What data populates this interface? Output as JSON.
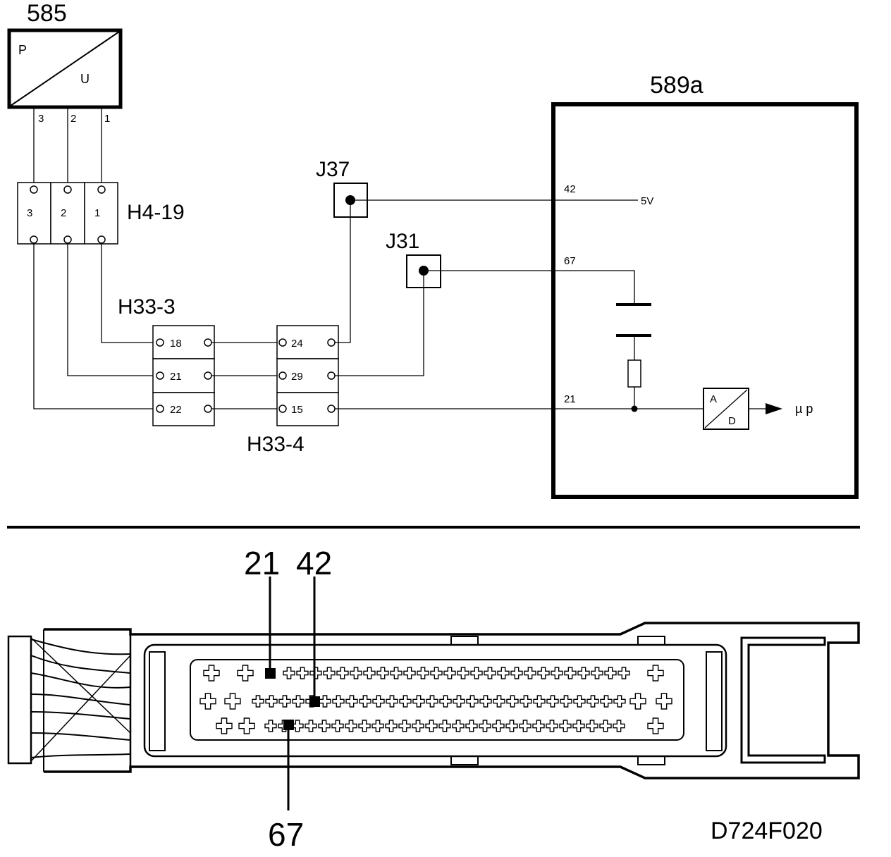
{
  "sensor": {
    "id": "585",
    "top_label": "P",
    "bottom_label": "U",
    "pins": [
      "3",
      "2",
      "1"
    ]
  },
  "connector_h4_19": {
    "label": "H4-19",
    "cells": [
      "3",
      "2",
      "1"
    ]
  },
  "connector_h33_3": {
    "label": "H33-3",
    "cells": [
      "18",
      "21",
      "22"
    ]
  },
  "connector_h33_4": {
    "label": "H33-4",
    "cells": [
      "24",
      "29",
      "15"
    ]
  },
  "junction_j37": {
    "label": "J37"
  },
  "junction_j31": {
    "label": "J31"
  },
  "ecu": {
    "id": "589a",
    "pin_42": "42",
    "pin_67": "67",
    "pin_21": "21",
    "supply_label": "5V",
    "adc_top": "A",
    "adc_bottom": "D",
    "output_label": "µ p"
  },
  "connector_pins": {
    "a": "21",
    "b": "42",
    "c": "67"
  },
  "drawing_code": "D724F020"
}
